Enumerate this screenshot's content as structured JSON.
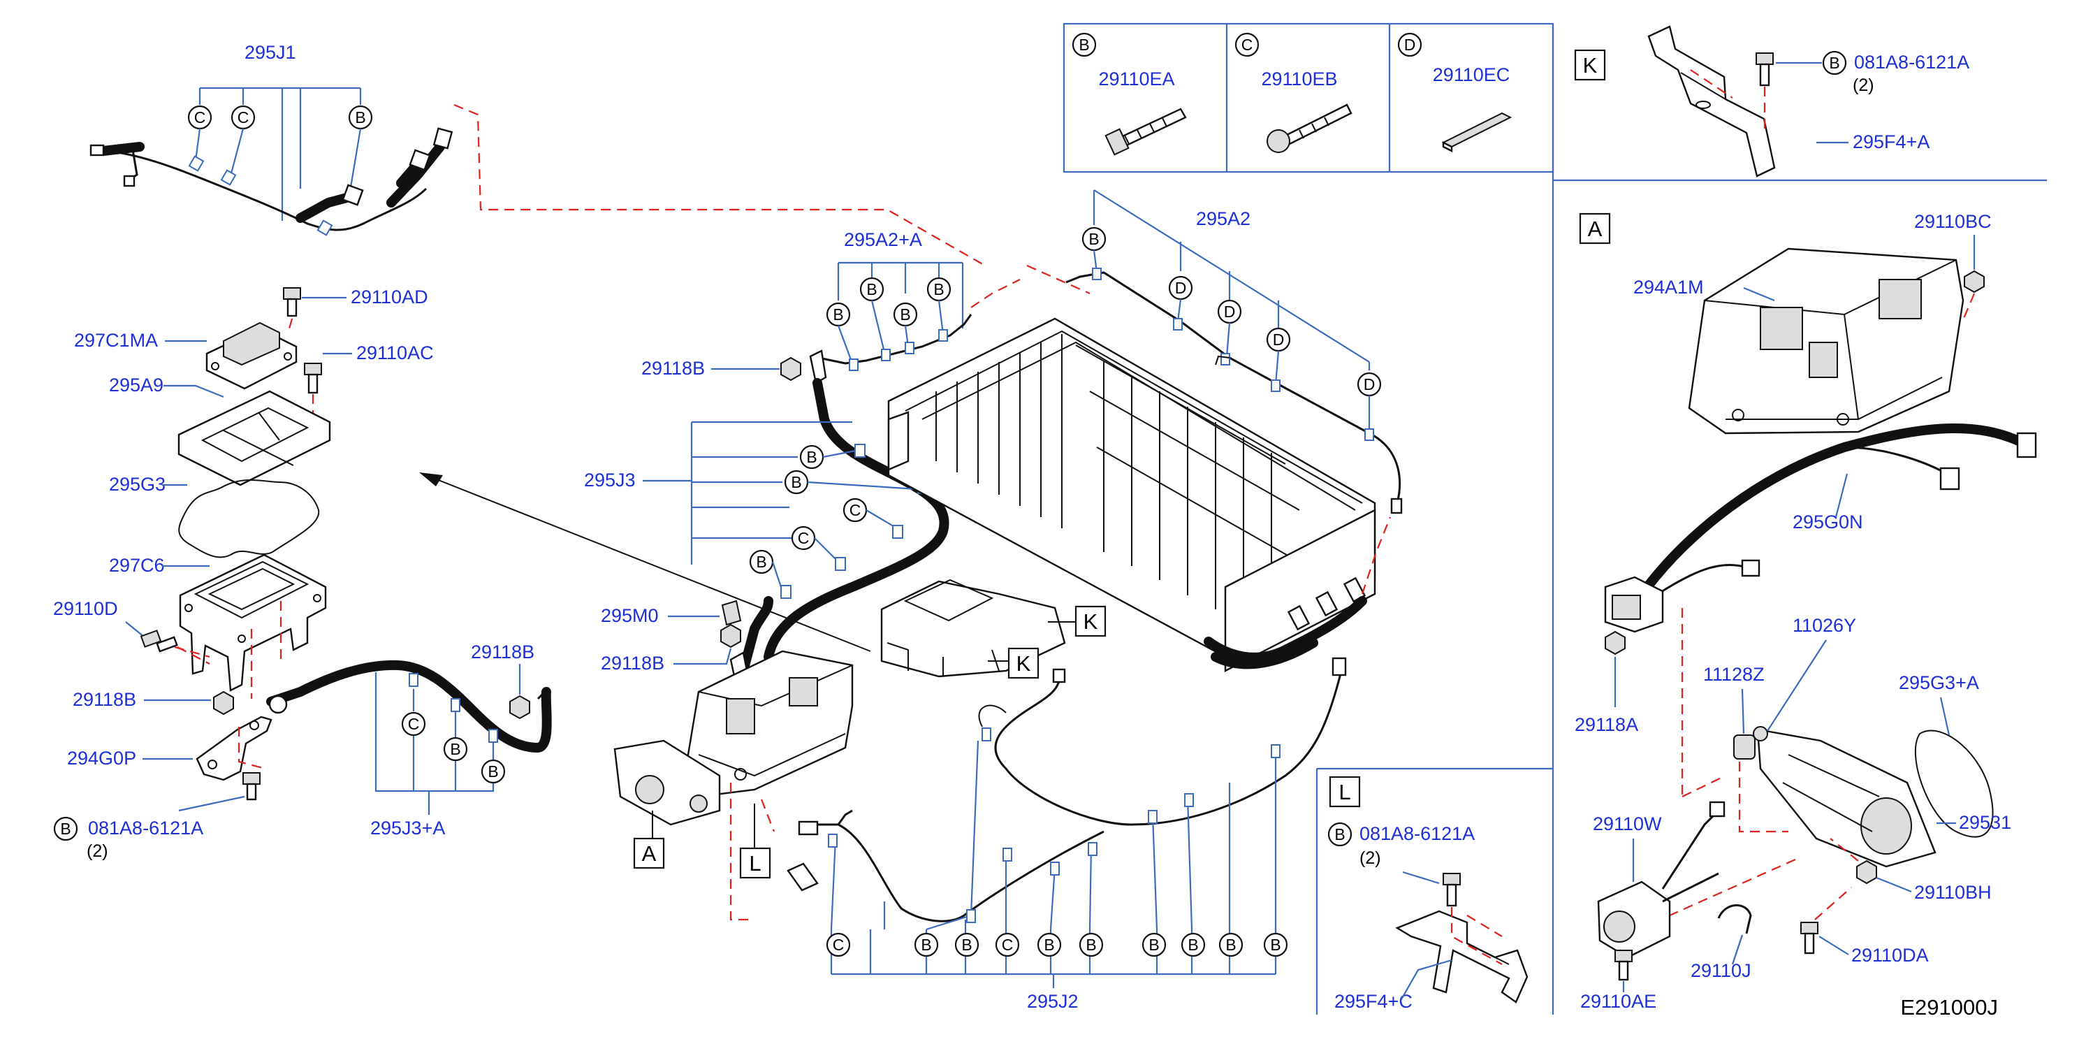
{
  "diagram_code": "E291000J",
  "colors": {
    "part_number": "#1c2fd8",
    "leader": "#3a6bbf",
    "dashed_guide": "#e0201c",
    "outline": "#111111"
  },
  "clip_legend": [
    {
      "letter": "B",
      "part": "29110EA"
    },
    {
      "letter": "C",
      "part": "29110EB"
    },
    {
      "letter": "D",
      "part": "29110EC"
    }
  ],
  "view_K": {
    "letter": "K",
    "bolt_ref": "B",
    "bolt_part": "081A8-6121A",
    "bolt_qty": "(2)",
    "bracket_part": "295F4+A"
  },
  "view_A": {
    "letter": "A",
    "parts": [
      "29110BC",
      "294A1M",
      "295G0N",
      "29118A",
      "11026Y",
      "11128Z",
      "295G3+A",
      "29531",
      "29110W",
      "29110BH",
      "29110J",
      "29110DA",
      "29110AE"
    ]
  },
  "view_L": {
    "letter": "L",
    "bolt_ref": "B",
    "bolt_part": "081A8-6121A",
    "bolt_qty": "(2)",
    "bracket_part": "295F4+C"
  },
  "main_parts": {
    "harness_top": "295J1",
    "bolt_ad": "29110AD",
    "cover": "297C1MA",
    "bolt_ac": "29110AC",
    "frame": "295A9",
    "gasket": "295G3",
    "housing": "297C6",
    "bolt_d": "29110D",
    "nut_left": "29118B",
    "bracket": "294G0P",
    "bolt_left_ref": "B",
    "bolt_left": "081A8-6121A",
    "bolt_left_qty": "(2)",
    "nut_cable": "29118B",
    "cable_short": "295J3+A",
    "harness_a2a": "295A2+A",
    "nut_mid": "29118B",
    "cable_main": "295J3",
    "m0": "295M0",
    "nut_m0": "29118B",
    "harness_a2": "295A2",
    "harness_j2": "295J2"
  },
  "view_refs": {
    "A": "A",
    "L": "L",
    "K1": "K",
    "K2": "K"
  },
  "clip_letters": {
    "j1": [
      "C",
      "C",
      "B"
    ],
    "a2a": [
      "B",
      "B",
      "B",
      "B"
    ],
    "j3": [
      "B",
      "B",
      "C",
      "C",
      "B"
    ],
    "a2": [
      "B",
      "D",
      "D",
      "D",
      "D"
    ],
    "j3a": [
      "C",
      "B",
      "B"
    ],
    "j2": [
      "C",
      "B",
      "B",
      "C",
      "B",
      "B",
      "B",
      "B",
      "B",
      "B"
    ]
  }
}
